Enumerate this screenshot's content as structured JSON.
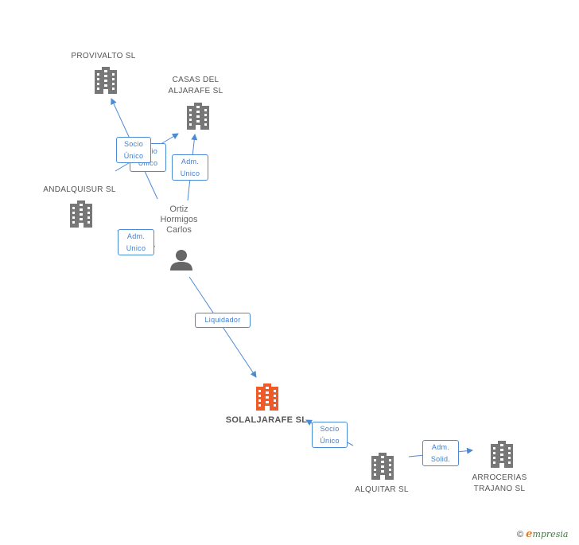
{
  "nodes": {
    "provivalto": {
      "label": "PROVIVALTO SL"
    },
    "casas": {
      "label": "CASAS DEL\nALJARAFE SL"
    },
    "andalquisur": {
      "label": "ANDALQUISUR SL"
    },
    "person": {
      "label": "Ortiz\nHormigos\nCarlos"
    },
    "solaljarafe": {
      "label": "SOLALJARAFE SL"
    },
    "alquitar": {
      "label": "ALQUITAR SL"
    },
    "arrocerias": {
      "label": "ARROCERIAS\nTRAJANO SL"
    }
  },
  "edges": {
    "socio_unico_1": "Socio\nÚnico",
    "socio_unico_2": "Socio\nÚnico",
    "adm_unico_casas": "Adm.\nUnico",
    "adm_unico_andal": "Adm.\nUnico",
    "liquidador": "Liquidador",
    "socio_unico_alquitar": "Socio\nÚnico",
    "adm_solid": "Adm.\nSolid."
  },
  "footer": {
    "copyright": "©",
    "brand_e": "e",
    "brand_rest": "mpresia"
  },
  "colors": {
    "building": "#777777",
    "main_building": "#f05a28",
    "edge": "#4a8bd6",
    "person": "#666666"
  }
}
